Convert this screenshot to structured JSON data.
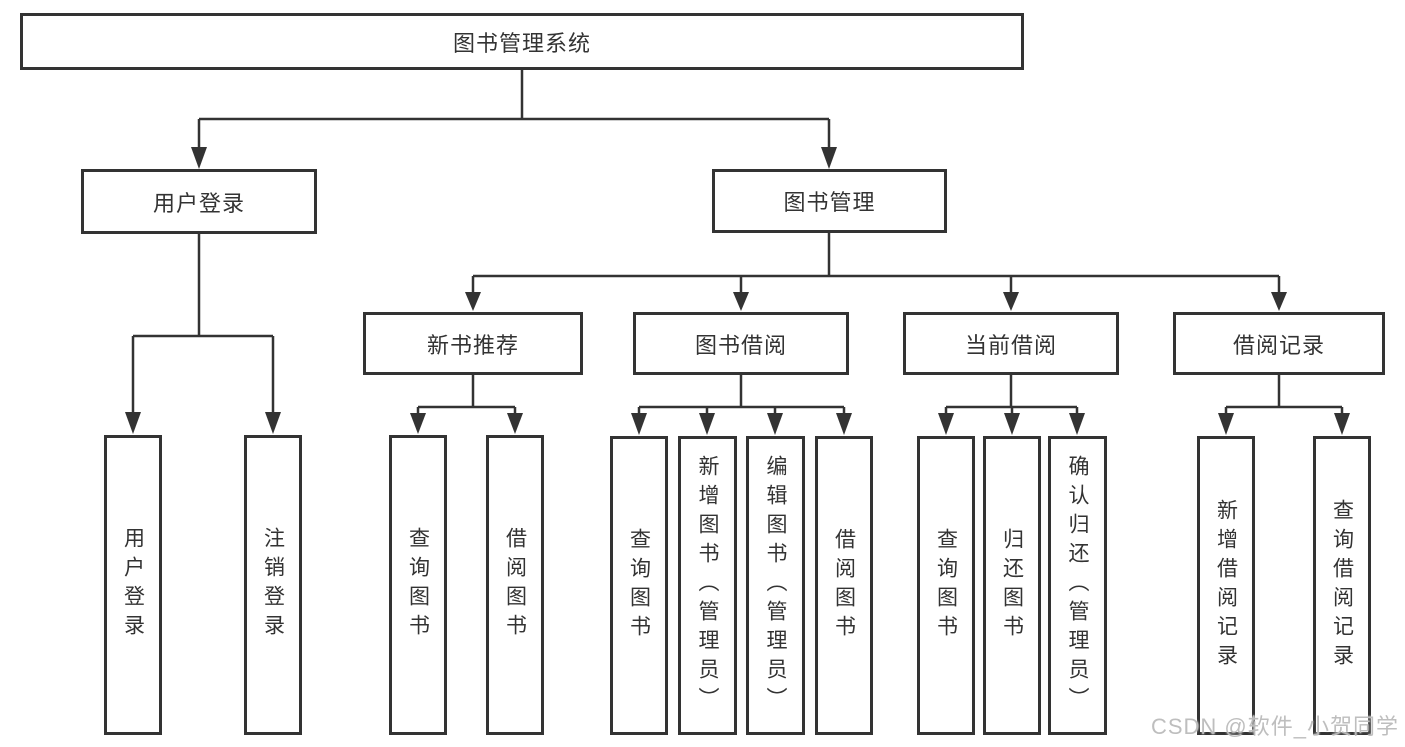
{
  "diagram": {
    "root": {
      "label": "图书管理系统"
    },
    "branches": [
      {
        "label": "用户登录",
        "children": [
          {
            "label": "用户登录"
          },
          {
            "label": "注销登录"
          }
        ]
      },
      {
        "label": "图书管理",
        "children": [
          {
            "label": "新书推荐",
            "children": [
              {
                "label": "查询图书"
              },
              {
                "label": "借阅图书"
              }
            ]
          },
          {
            "label": "图书借阅",
            "children": [
              {
                "label": "查询图书"
              },
              {
                "label": "新增图书（管理员）"
              },
              {
                "label": "编辑图书（管理员）"
              },
              {
                "label": "借阅图书"
              }
            ]
          },
          {
            "label": "当前借阅",
            "children": [
              {
                "label": "查询图书"
              },
              {
                "label": "归还图书"
              },
              {
                "label": "确认归还（管理员）"
              }
            ]
          },
          {
            "label": "借阅记录",
            "children": [
              {
                "label": "新增借阅记录"
              },
              {
                "label": "查询借阅记录"
              }
            ]
          }
        ]
      }
    ]
  },
  "watermark": {
    "text": "CSDN @软件_小贺同学"
  },
  "colors": {
    "line": "#333333",
    "text": "#333333",
    "box_background": "#ffffff",
    "watermark": "#bababa",
    "background": "#ffffff"
  }
}
